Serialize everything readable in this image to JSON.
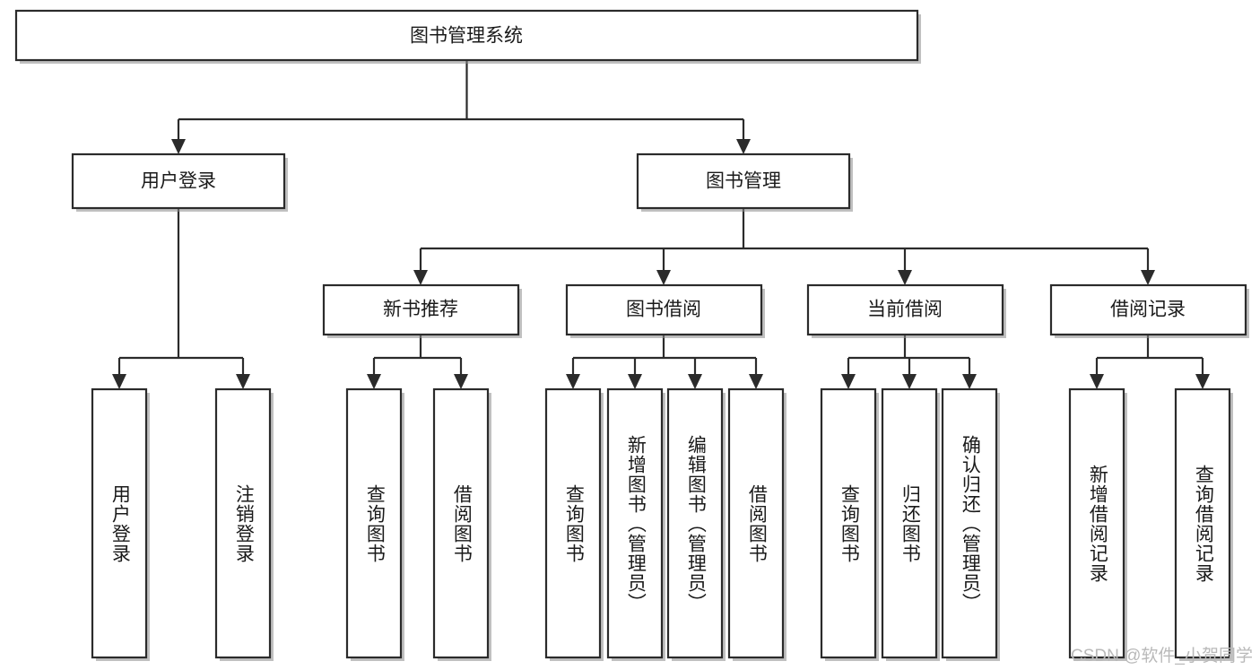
{
  "diagram": {
    "title": "图书管理系统",
    "type": "tree",
    "watermark": "CSDN @软件_小贺同学",
    "colors": {
      "stroke": "#2b2b2b",
      "fill": "#ffffff",
      "text": "#1a1a1a",
      "watermark": "#b9b9b9"
    },
    "levels": {
      "root": {
        "label": "图书管理系统"
      },
      "level2": [
        {
          "label": "用户登录"
        },
        {
          "label": "图书管理"
        }
      ],
      "level3": [
        {
          "label": "新书推荐"
        },
        {
          "label": "图书借阅"
        },
        {
          "label": "当前借阅"
        },
        {
          "label": "借阅记录"
        }
      ],
      "level4": [
        {
          "label": "用户登录",
          "parent": "用户登录"
        },
        {
          "label": "注销登录",
          "parent": "用户登录"
        },
        {
          "label": "查询图书",
          "parent": "新书推荐"
        },
        {
          "label": "借阅图书",
          "parent": "新书推荐"
        },
        {
          "label": "查询图书",
          "parent": "图书借阅"
        },
        {
          "label": "新增图书（管理员）",
          "parent": "图书借阅"
        },
        {
          "label": "编辑图书（管理员）",
          "parent": "图书借阅"
        },
        {
          "label": "借阅图书",
          "parent": "图书借阅"
        },
        {
          "label": "查询图书",
          "parent": "当前借阅"
        },
        {
          "label": "归还图书",
          "parent": "当前借阅"
        },
        {
          "label": "确认归还（管理员）",
          "parent": "当前借阅"
        },
        {
          "label": "新增借阅记录",
          "parent": "借阅记录"
        },
        {
          "label": "查询借阅记录",
          "parent": "借阅记录"
        }
      ]
    }
  }
}
